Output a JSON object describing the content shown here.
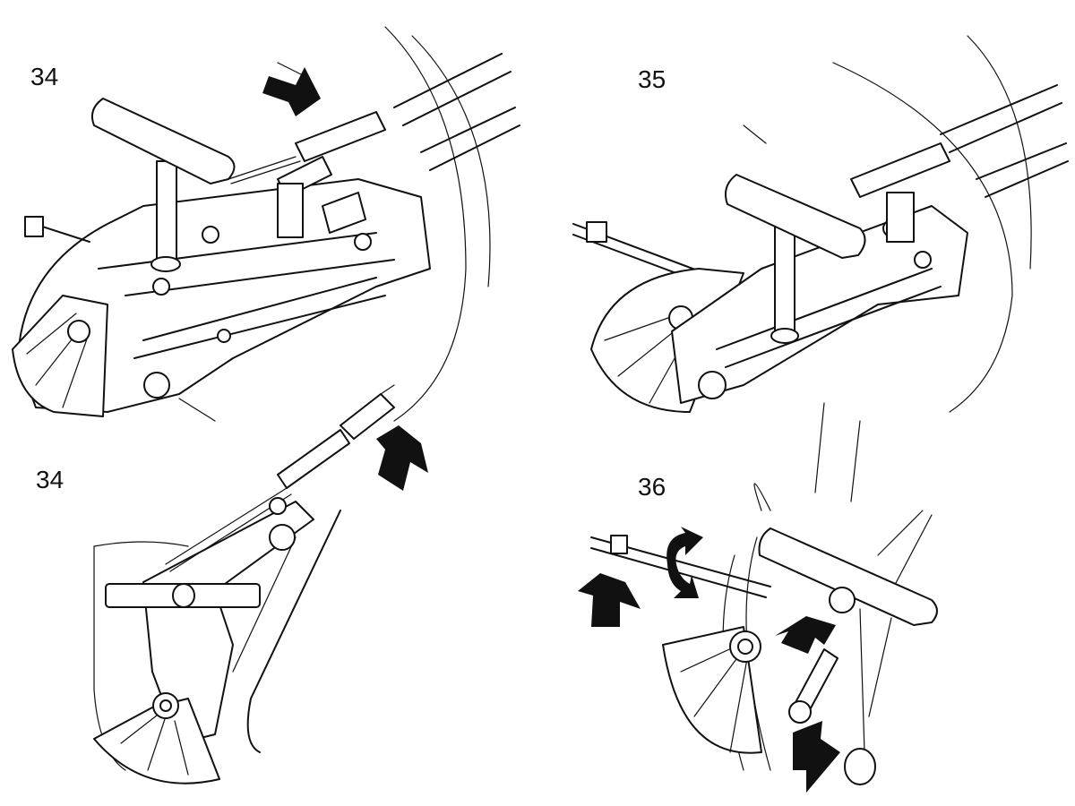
{
  "figures": [
    {
      "id": "fig-34-top",
      "label": "34"
    },
    {
      "id": "fig-35",
      "label": "35"
    },
    {
      "id": "fig-34-bottom",
      "label": "34"
    },
    {
      "id": "fig-36",
      "label": "36"
    }
  ],
  "colors": {
    "line": "#111111",
    "background": "#ffffff",
    "arrow": "#111111"
  },
  "icons": {
    "direction_arrow": "block-arrow-icon",
    "rotation_arrow": "curved-double-arrow-icon"
  }
}
